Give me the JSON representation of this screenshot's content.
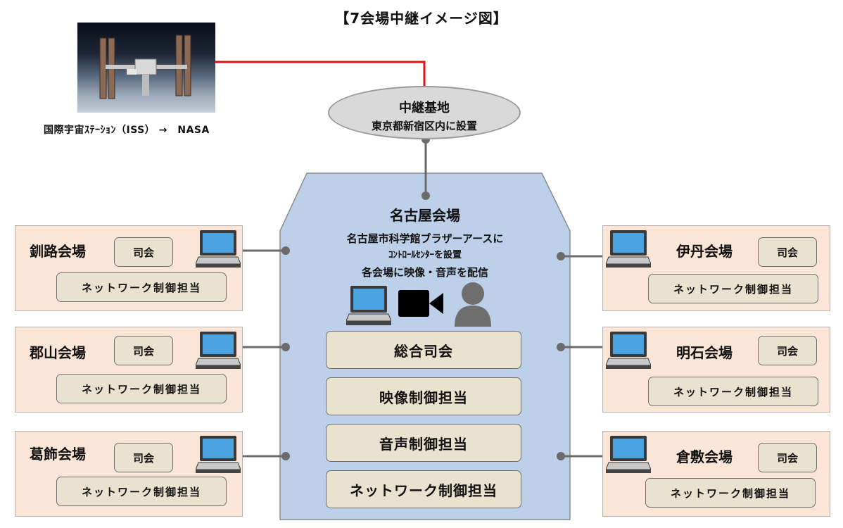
{
  "title": "【7会場中継イメージ図】",
  "iss_caption": "国際宇宙ｽﾃｰｼｮﾝ（ISS） →　NASA",
  "relay": {
    "name": "中継基地",
    "location": "東京都新宿区内に設置"
  },
  "center": {
    "name": "名古屋会場",
    "desc_line1": "名古屋市科学館ブラザーアースに",
    "desc_line2": "ｺﾝﾄﾛｰﾙｾﾝﾀｰを設置",
    "desc_line3": "各会場に映像・音声を配信",
    "roles": [
      "総合司会",
      "映像制御担当",
      "音声制御担当",
      "ネットワーク制御担当"
    ]
  },
  "venues_left": [
    {
      "name": "釧路会場",
      "mc": "司会",
      "network": "ネットワーク制御担当"
    },
    {
      "name": "郡山会場",
      "mc": "司会",
      "network": "ネットワーク制御担当"
    },
    {
      "name": "葛飾会場",
      "mc": "司会",
      "network": "ネットワーク制御担当"
    }
  ],
  "venues_right": [
    {
      "name": "伊丹会場",
      "mc": "司会",
      "network": "ネットワーク制御担当"
    },
    {
      "name": "明石会場",
      "mc": "司会",
      "network": "ネットワーク制御担当"
    },
    {
      "name": "倉敷会場",
      "mc": "司会",
      "network": "ネットワーク制御担当"
    }
  ],
  "colors": {
    "center_fill": "#bdd0ea",
    "venue_fill": "#fbe5d6",
    "pill_fill": "#e9e2cf",
    "relay_line": "#e0101a",
    "connector": "#6b6b6b"
  }
}
